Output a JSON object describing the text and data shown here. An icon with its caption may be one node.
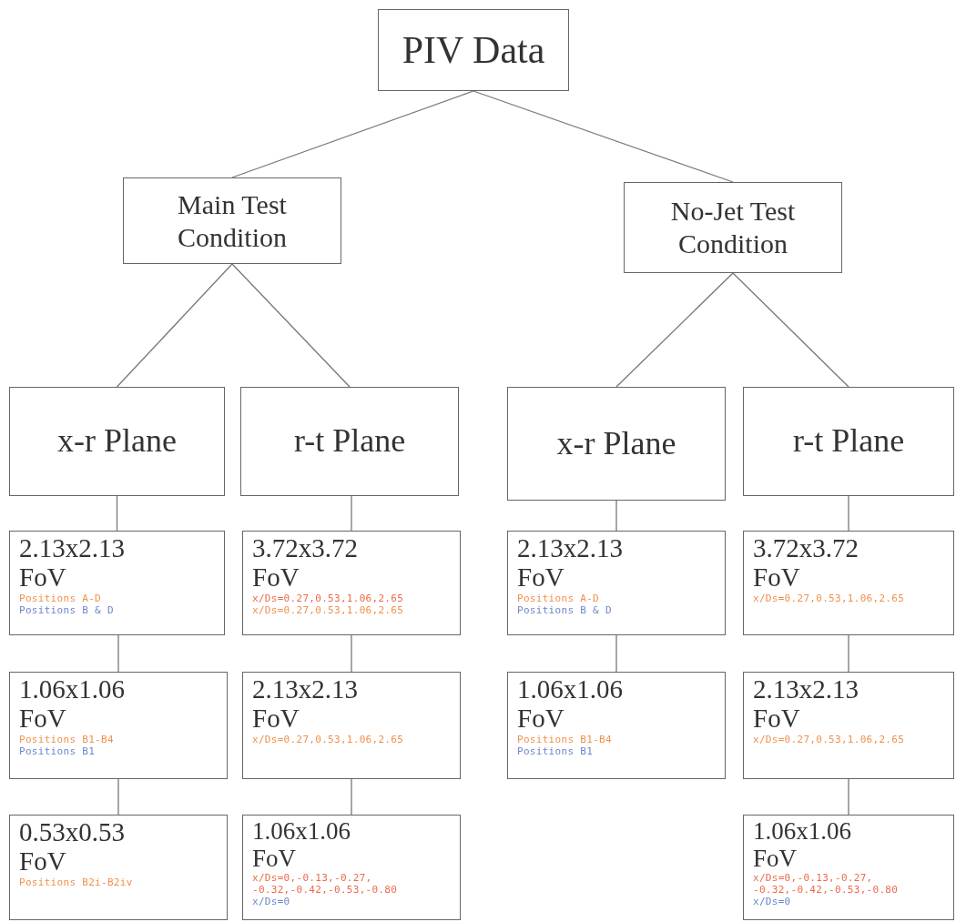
{
  "diagram": {
    "nodes": [
      {
        "text": [
          "PIV Data"
        ]
      },
      {
        "text": [
          "Main Test Condition"
        ]
      },
      {
        "text": [
          "No-Jet Test Condition"
        ]
      },
      {
        "text": [
          "x-r Plane"
        ]
      },
      {
        "text": [
          "r-t Plane"
        ]
      },
      {
        "text": [
          "x-r Plane"
        ]
      },
      {
        "text": [
          "r-t Plane"
        ]
      },
      {
        "text": [
          "2.13x2.13 FoV",
          "Positions A-D",
          "Positions B & D"
        ]
      },
      {
        "text": [
          "3.72x3.72 FoV",
          "x/Ds=0.27,0.53,1.06,2.65",
          "x/Ds=0.27,0.53,1.06,2.65"
        ]
      },
      {
        "text": [
          "2.13x2.13 FoV",
          "Positions A-D",
          "Positions B & D"
        ]
      },
      {
        "text": [
          "3.72x3.72 FoV",
          "x/Ds=0.27,0.53,1.06,2.65"
        ]
      },
      {
        "text": [
          "1.06x1.06 FoV",
          "Positions B1-B4",
          "Positions B1"
        ]
      },
      {
        "text": [
          "2.13x2.13 FoV",
          "x/Ds=0.27,0.53,1.06,2.65"
        ]
      },
      {
        "text": [
          "1.06x1.06 FoV",
          "Positions B1-B4",
          "Positions B1"
        ]
      },
      {
        "text": [
          "2.13x2.13 FoV",
          "x/Ds=0.27,0.53,1.06,2.65"
        ]
      },
      {
        "text": [
          "0.53x0.53 FoV",
          "Positions B2i-B2iv"
        ]
      },
      {
        "text": [
          "1.06x1.06 FoV",
          "x/Ds=0,-0.13,-0.27, -0.32,-0.42,-0.53,-0.80",
          "x/Ds=0"
        ]
      },
      {
        "text": [
          "1.06x1.06 FoV",
          "x/Ds=0,-0.13,-0.27, -0.32,-0.42,-0.53,-0.80",
          "x/Ds=0"
        ]
      }
    ],
    "edges": [
      {
        "from": 0,
        "to": 1,
        "arrow": "none"
      },
      {
        "from": 0,
        "to": 2,
        "arrow": "none"
      },
      {
        "from": 1,
        "to": 3,
        "arrow": "none"
      },
      {
        "from": 1,
        "to": 4,
        "arrow": "none"
      },
      {
        "from": 2,
        "to": 5,
        "arrow": "none"
      },
      {
        "from": 2,
        "to": 6,
        "arrow": "none"
      },
      {
        "from": 3,
        "to": 7,
        "arrow": "none"
      },
      {
        "from": 4,
        "to": 8,
        "arrow": "none"
      },
      {
        "from": 5,
        "to": 9,
        "arrow": "none"
      },
      {
        "from": 6,
        "to": 10,
        "arrow": "none"
      },
      {
        "from": 7,
        "to": 11,
        "arrow": "none"
      },
      {
        "from": 8,
        "to": 12,
        "arrow": "none"
      },
      {
        "from": 9,
        "to": 13,
        "arrow": "none"
      },
      {
        "from": 10,
        "to": 14,
        "arrow": "none"
      },
      {
        "from": 11,
        "to": 15,
        "arrow": "none"
      },
      {
        "from": 12,
        "to": 16,
        "arrow": "none"
      },
      {
        "from": 14,
        "to": 17,
        "arrow": "none"
      }
    ]
  }
}
